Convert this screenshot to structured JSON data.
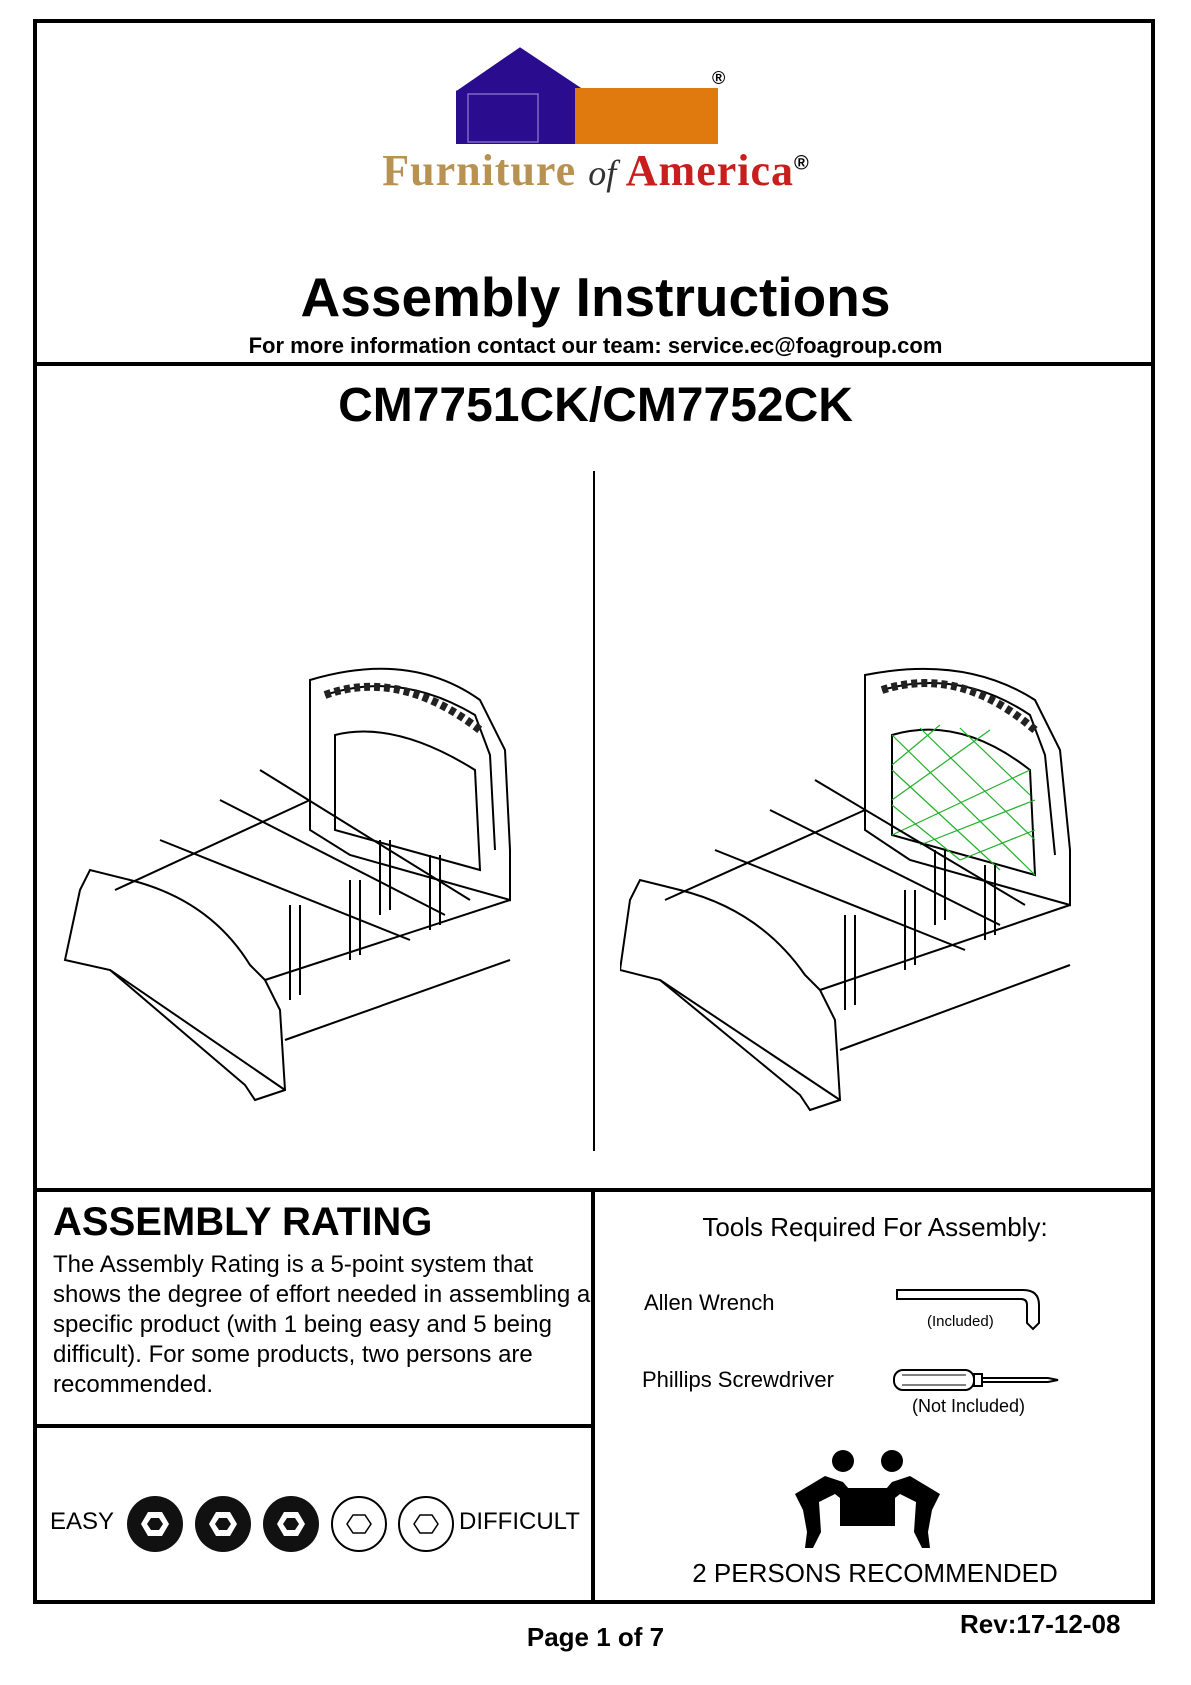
{
  "brand": {
    "name_part1": "Furniture ",
    "name_part2": "of",
    "name_part3": " America",
    "registered": "®",
    "colors": {
      "house_blue": "#2a0d8e",
      "house_orange": "#e07a0f",
      "text_gold": "#b89252",
      "text_red": "#c81e1e"
    }
  },
  "header": {
    "title": "Assembly  Instructions",
    "contact": "For more information contact our team: service.ec@foagroup.com"
  },
  "model": "CM7751CK/CM7752CK",
  "rating": {
    "heading": "ASSEMBLY  RATING",
    "description": "The Assembly Rating is a 5-point system that shows the degree of effort needed in assembling a specific product (with 1 being easy and 5 being difficult).  For some products, two persons are recommended.",
    "easy_label": "EASY",
    "difficult_label": "DIFFICULT",
    "level": 3,
    "max": 5
  },
  "tools": {
    "heading": "Tools Required For Assembly:",
    "items": [
      {
        "name": "Allen Wrench",
        "note": "(Included)",
        "icon": "allen-wrench-icon"
      },
      {
        "name": "Phillips Screwdriver",
        "note": "(Not Included)",
        "icon": "screwdriver-icon"
      }
    ],
    "persons_label": "2 PERSONS RECOMMENDED"
  },
  "footer": {
    "page": "Page 1 of  7",
    "rev": "Rev:17-12-08"
  }
}
